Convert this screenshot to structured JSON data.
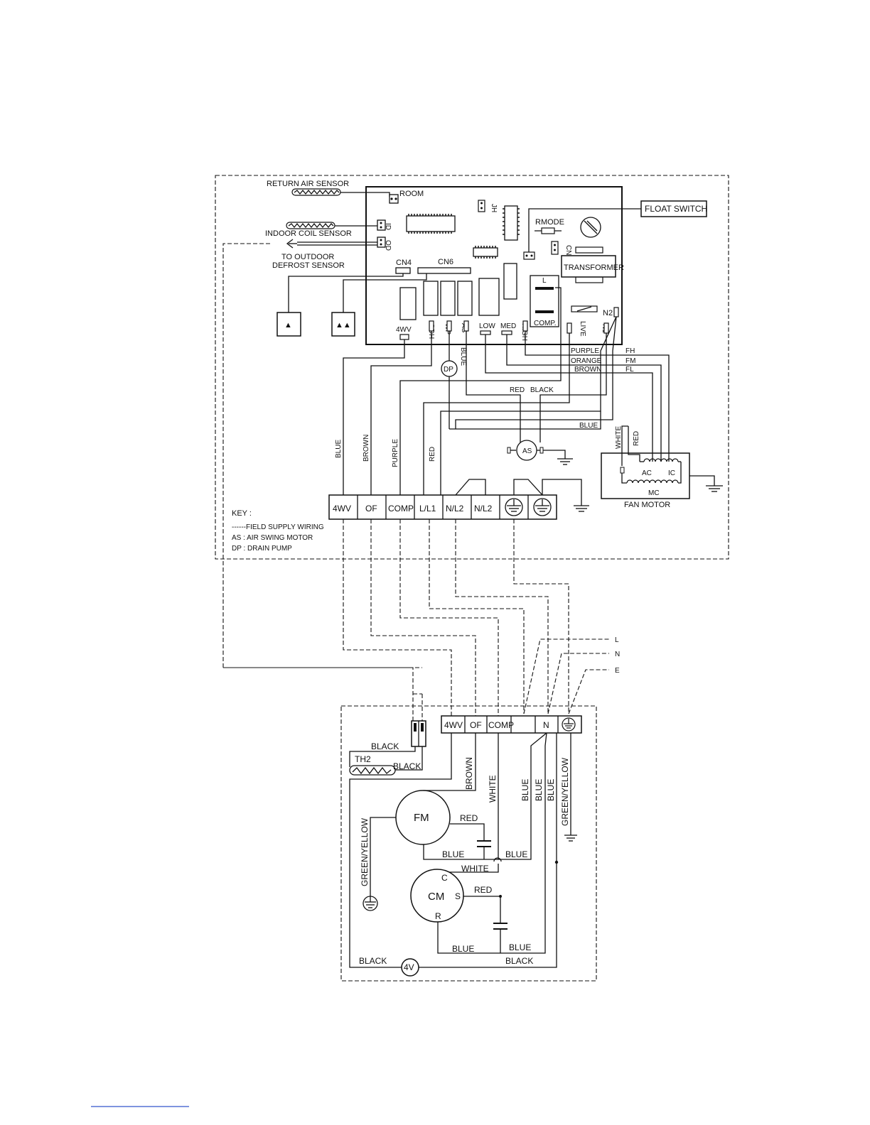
{
  "indoor": {
    "sensors": {
      "return_air": "RETURN AIR SENSOR",
      "indoor_coil": "INDOOR COIL SENSOR",
      "to_outdoor": "TO OUTDOOR",
      "defrost": "DEFROST SENSOR"
    },
    "board": {
      "room": "ROOM",
      "id": "ID",
      "od": "OD",
      "jh": "JH",
      "rmode": "RMODE",
      "cn3": "CN3",
      "transformer": "TRANSFORMER",
      "cn4": "CN4",
      "cn6": "CN6",
      "l": "L",
      "comp": "COMP.",
      "n2": "N2",
      "pins": {
        "p4wv": "4WV",
        "odh": "ODH",
        "wp": "WP",
        "as": "AS",
        "low": "LOW",
        "med": "MED",
        "high": "HIGH",
        "live": "LIVE",
        "n1": "N1"
      }
    },
    "float_switch": "FLOAT SWITCH",
    "sym_single": "▲",
    "sym_double": "▲▲",
    "dp": "DP",
    "as_motor": "AS",
    "fan_wires": {
      "purple": "PURPLE",
      "fh": "FH",
      "orange": "ORANGE",
      "fm": "FM",
      "brown": "BROWN",
      "fl": "FL",
      "red": "RED",
      "black": "BLACK",
      "blue": "BLUE",
      "blue_v": "BLUE"
    },
    "vert_wires": {
      "blue": "BLUE",
      "brown": "BROWN",
      "purple": "PURPLE",
      "red": "RED"
    },
    "fan_motor": {
      "white": "WHITE",
      "red": "RED",
      "ac": "AC",
      "ic": "IC",
      "mc": "MC",
      "title": "FAN MOTOR"
    },
    "terminals": [
      "4WV",
      "OF",
      "COMP",
      "L/L1",
      "N/L2",
      "N/L2"
    ],
    "key": {
      "title": "KEY :",
      "field": "------FIELD SUPPLY WIRING",
      "as": "AS : AIR SWING MOTOR",
      "dp": "DP : DRAIN PUMP"
    }
  },
  "supply": {
    "l": "L",
    "n": "N",
    "e": "E"
  },
  "outdoor": {
    "terminals": [
      "4WV",
      "OF",
      "COMP",
      "",
      "N"
    ],
    "labels": {
      "black1": "BLACK",
      "th2": "TH2",
      "black2": "BLACK",
      "brown": "BROWN",
      "white_v": "WHITE",
      "blue1": "BLUE",
      "blue2": "BLUE",
      "blue3": "BLUE",
      "green_yellow": "GREEN/YELLOW",
      "green_yellow2": "GREEN/YELLOW",
      "fm": "FM",
      "red1": "RED",
      "blue4": "BLUE",
      "blue5": "BLUE",
      "white_h": "WHITE",
      "c": "C",
      "cm": "CM",
      "s": "S",
      "r": "R",
      "red2": "RED",
      "blue6": "BLUE",
      "blue7": "BLUE",
      "black3": "BLACK",
      "v4": "4V",
      "black4": "BLACK"
    }
  }
}
